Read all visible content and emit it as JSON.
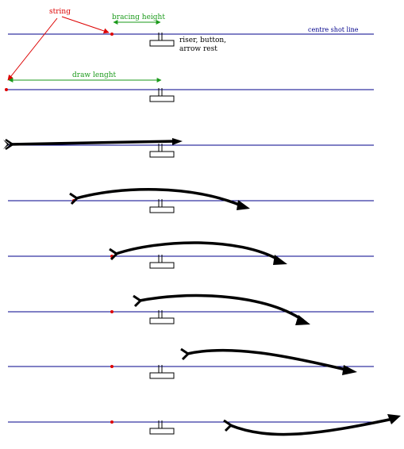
{
  "labels": {
    "string": "string",
    "bracing_height": "bracing height",
    "riser_line1": "riser, button,",
    "riser_line2": "arrow rest",
    "centre_shot_line": "centre shot line",
    "draw_length": "draw lenght"
  },
  "colors": {
    "shot_line": "#00008b",
    "string": "#dd0000",
    "measure": "#1a9a1a",
    "arrow": "#000000",
    "riser": "#000000"
  }
}
